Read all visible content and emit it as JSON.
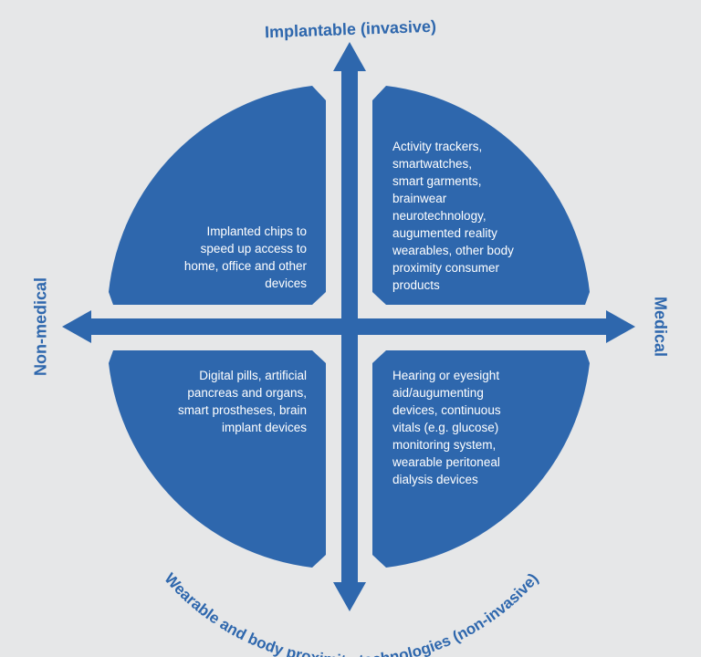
{
  "colors": {
    "background": "#e6e7e8",
    "quadrant_fill": "#2e67ad",
    "axis_arrow": "#2e67ad",
    "quadrant_text": "#ffffff",
    "label_text": "#2e67ad"
  },
  "axes": {
    "top": "Implantable (invasive)",
    "bottom": "Wearable and body proximity technologies (non-invasive)",
    "left": "Non-medical",
    "right": "Medical"
  },
  "quadrants": {
    "top_left": {
      "lines": [
        "Implanted chips to",
        "speed up access to",
        "home, office and other",
        "devices"
      ]
    },
    "top_right": {
      "lines": [
        "Activity trackers,",
        "smartwatches,",
        "smart garments,",
        "brainwear",
        "neurotechnology,",
        "augumented reality",
        "wearables, other body",
        "proximity consumer",
        "products"
      ]
    },
    "bottom_left": {
      "lines": [
        "Digital pills, artificial",
        "pancreas and organs,",
        "smart prostheses, brain",
        "implant devices"
      ]
    },
    "bottom_right": {
      "lines": [
        "Hearing or eyesight",
        "aid/augumenting",
        "devices, continuous",
        "vitals (e.g. glucose)",
        "monitoring system,",
        "wearable peritoneal",
        "dialysis devices"
      ]
    }
  }
}
